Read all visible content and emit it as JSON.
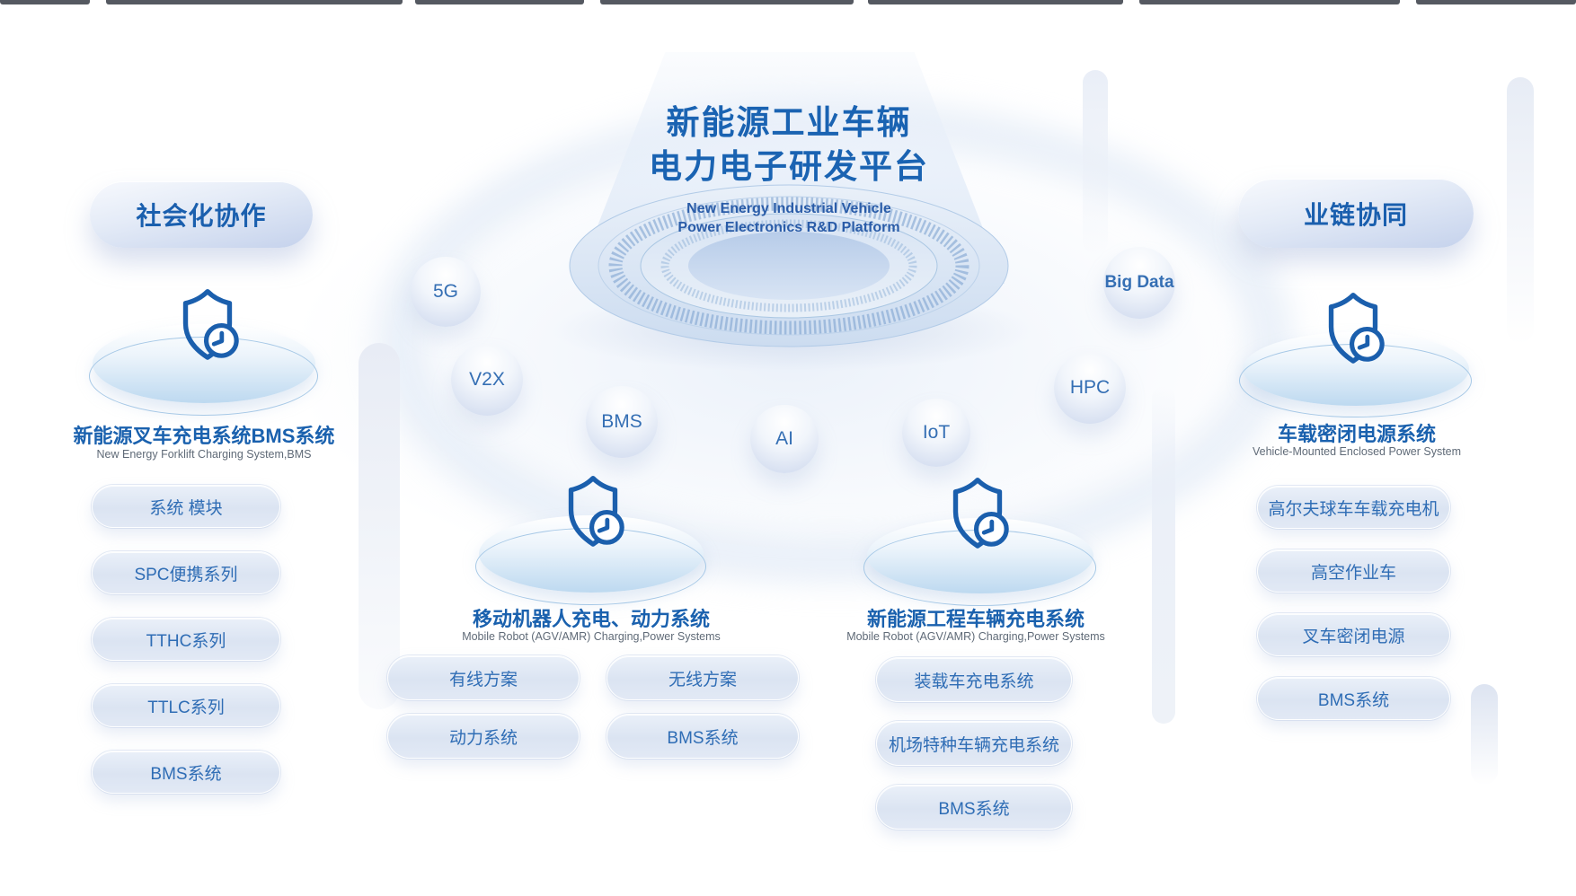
{
  "page": {
    "background": "#ffffff"
  },
  "top_strip": {
    "color": "#424750",
    "segments": [
      [
        0,
        100
      ],
      [
        118,
        448
      ],
      [
        462,
        650
      ],
      [
        668,
        950
      ],
      [
        966,
        1250
      ],
      [
        1268,
        1558
      ],
      [
        1576,
        1754
      ]
    ]
  },
  "center": {
    "title_line1": "新能源工业车辆",
    "title_line2": "电力电子研发平台",
    "subtitle_line1": "New Energy Industrial Vehicle",
    "subtitle_line2": "Power Electronics R&D Platform"
  },
  "bubbles": [
    {
      "label": "5G"
    },
    {
      "label": "V2X"
    },
    {
      "label": "BMS"
    },
    {
      "label": "AI"
    },
    {
      "label": "IoT"
    },
    {
      "label": "HPC"
    },
    {
      "label": "Big Data"
    }
  ],
  "groups": {
    "left": {
      "header": "社会化协作",
      "title": "新能源叉车充电系统BMS系统",
      "subtitle": "New Energy Forklift Charging System,BMS",
      "items": [
        "系统 模块",
        "SPC便携系列",
        "TTHC系列",
        "TTLC系列",
        "BMS系统"
      ]
    },
    "mid_left": {
      "title": "移动机器人充电、动力系统",
      "subtitle": "Mobile Robot (AGV/AMR) Charging,Power Systems",
      "items": [
        "有线方案",
        "无线方案",
        "动力系统",
        "BMS系统"
      ]
    },
    "mid_right": {
      "title": "新能源工程车辆充电系统",
      "subtitle": "Mobile Robot (AGV/AMR) Charging,Power Systems",
      "items": [
        "装载车充电系统",
        "机场特种车辆充电系统",
        "BMS系统"
      ]
    },
    "right": {
      "header": "业链协同",
      "title": "车载密闭电源系统",
      "subtitle": "Vehicle-Mounted Enclosed Power System",
      "items": [
        "高尔夫球车车载充电机",
        "高空作业车",
        "叉车密闭电源",
        "BMS系统"
      ]
    }
  },
  "colors": {
    "accent_blue": "#1a63b2",
    "pill_text": "#2f6db5",
    "subtitle_gray": "#5f6a77",
    "icon_blue": "#1b5fad"
  }
}
